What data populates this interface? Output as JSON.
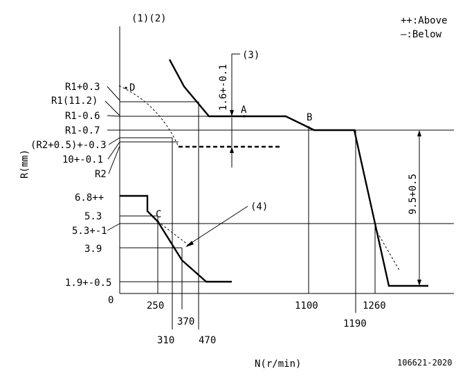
{
  "header": {
    "params": "(1)(2)",
    "legend_above": "++:Above",
    "legend_below": "—:Below"
  },
  "axes": {
    "y_label": "R(mm)",
    "x_label": "N(r/min)",
    "origin": "0"
  },
  "y_labels": {
    "r1_plus": "R1+0.3",
    "r1": "R1(11.2)",
    "r1_minus06": "R1-0.6",
    "r1_minus07": "R1-0.7",
    "r2_plus": "(R2+0.5)+-0.3",
    "ten": "10+-0.1",
    "r2": "R2",
    "v68": "6.8++",
    "v53": "5.3",
    "v53m": "5.3+-1",
    "v39": "3.9",
    "v19": "1.9+-0.5"
  },
  "x_labels": {
    "x250": "250",
    "x310": "310",
    "x370": "370",
    "x470": "470",
    "x1100": "1100",
    "x1190": "1190",
    "x1260": "1260"
  },
  "points": {
    "A": "A",
    "B": "B",
    "C": "C",
    "D": "D"
  },
  "callouts": {
    "c3": "(3)",
    "c4": "(4)",
    "dim_top": "1.6+-0.1",
    "dim_right": "9.5+0.5"
  },
  "footer": {
    "code": "106621-2020"
  }
}
